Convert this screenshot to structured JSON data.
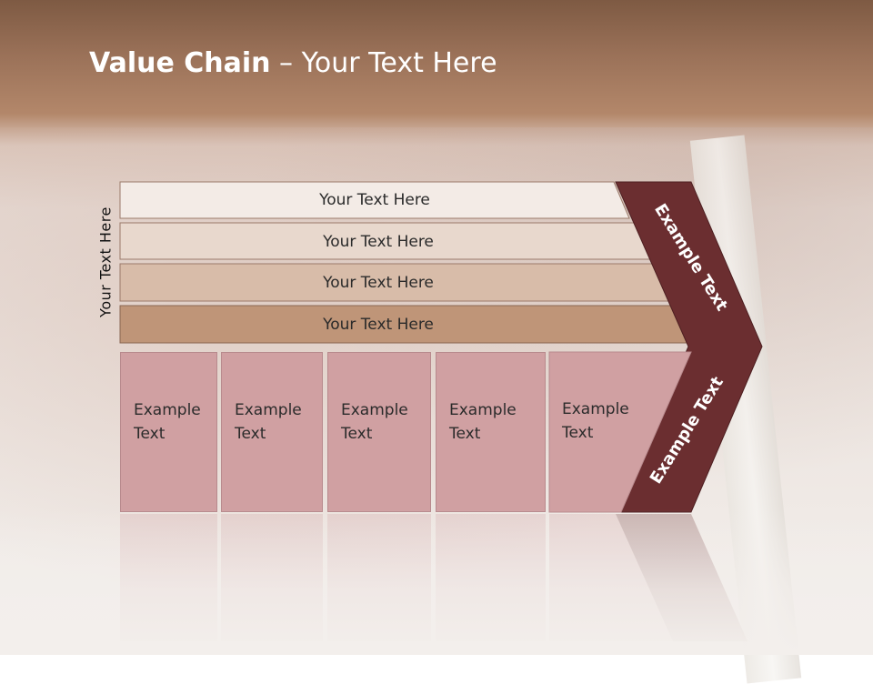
{
  "slide": {
    "title_bold": "Value Chain",
    "title_rest": " – Your Text Here",
    "side_label": "Your Text Here",
    "layers": [
      "Your Text Here",
      "Your Text Here",
      "Your Text Here",
      "Your Text Here"
    ],
    "cells": [
      {
        "line1": "Example",
        "line2": "Text"
      },
      {
        "line1": "Example",
        "line2": "Text"
      },
      {
        "line1": "Example",
        "line2": "Text"
      },
      {
        "line1": "Example",
        "line2": "Text"
      },
      {
        "line1": "Example",
        "line2": "Text"
      }
    ],
    "chevron_top_text": "Example Text",
    "chevron_bottom_text": "Example Text"
  },
  "colors": {
    "layer1": "#f3ebe6",
    "layer2": "#e8d8cd",
    "layer3": "#d8bca9",
    "layer4": "#bf9578",
    "cell": "#d0a0a2",
    "chevron": "#6b2e30"
  }
}
